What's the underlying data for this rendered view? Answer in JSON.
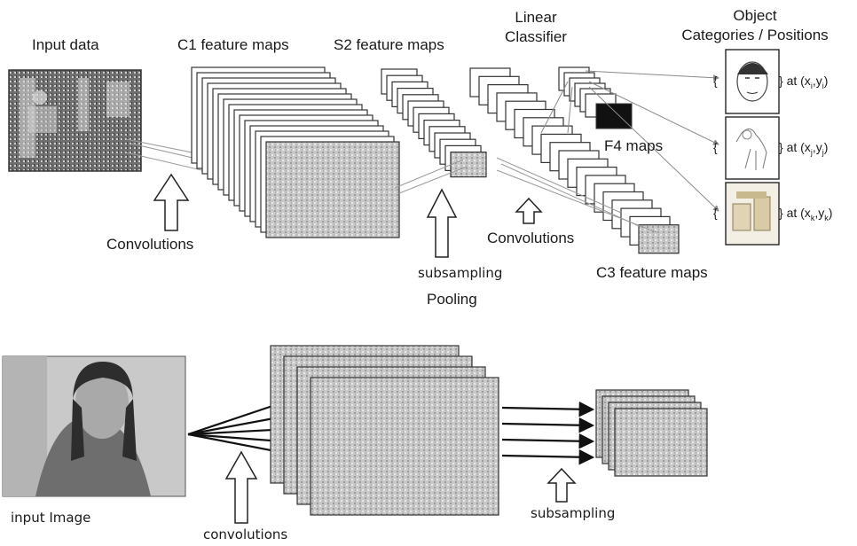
{
  "top_labels": {
    "input_data": "Input data",
    "c1": "C1 feature maps",
    "s2": "S2 feature maps",
    "linear_line1": "Linear",
    "linear_line2": "Classifier",
    "object_line1": "Object",
    "object_line2": "Categories / Positions",
    "f4": "F4 maps",
    "c3": "C3 feature maps",
    "convolutions_1": "Convolutions",
    "convolutions_2": "Convolutions",
    "subsampling": "subsampling",
    "pooling": "Pooling"
  },
  "object_outputs": [
    {
      "open": "{",
      "close": "}",
      "prefix": "at (x",
      "sub1": "i",
      "mid": ",y",
      "sub2": "i",
      "suffix": ")"
    },
    {
      "open": "{",
      "close": "}",
      "prefix": "at (x",
      "sub1": "j",
      "mid": ",y",
      "sub2": "j",
      "suffix": ")"
    },
    {
      "open": "{",
      "close": "}",
      "prefix": "at (x",
      "sub1": "k",
      "mid": ",y",
      "sub2": "k",
      "suffix": ")"
    }
  ],
  "bottom_labels": {
    "input_image": "input Image",
    "convolutions": "convolutions",
    "subsampling": "subsampling"
  },
  "colors": {
    "stroke": "#333333",
    "map_fill": "#ffffff",
    "feature_gray": "#bdbdbd",
    "image_gray": "#8a8a8a",
    "connector": "#9a9a9a"
  }
}
